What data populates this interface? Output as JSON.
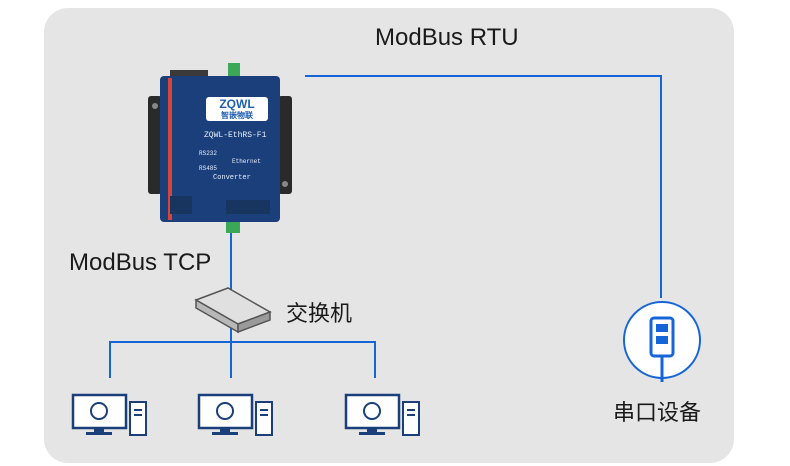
{
  "labels": {
    "rtu": "ModBus RTU",
    "tcp": "ModBus TCP",
    "switch": "交换机",
    "serial_device": "串口设备"
  },
  "device": {
    "brand": "ZQWL",
    "brand_sub": "智嵌物联",
    "model": "ZQWL-EthRS-F1",
    "port_rs232": "RS232",
    "port_rs485": "RS485",
    "ethernet": "Ethernet",
    "converter": "Converter"
  },
  "colors": {
    "line": "#1565d8",
    "panel": "#e5e5e5",
    "device_body": "#1b3f7a",
    "device_accent": "#d6453a"
  },
  "icons": [
    "gateway-device-icon",
    "network-switch-icon",
    "computer-icon",
    "serial-device-icon"
  ]
}
